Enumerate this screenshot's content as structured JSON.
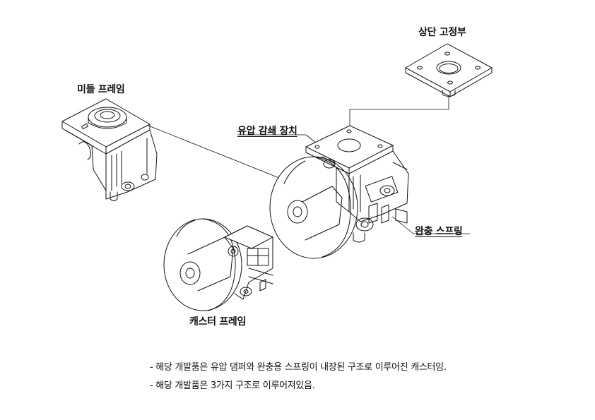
{
  "labels": {
    "top_fixed": "상단 고정부",
    "middle_frame": "미들 프레임",
    "damper": "유압 감쇄 장치",
    "spring": "완충 스프링",
    "caster_frame": "캐스터 프레임"
  },
  "notes": [
    "- 해당 개발품은 유압 댐퍼와 완충용 스프링이 내장된 구조로 이루어진 캐스터임.",
    "- 해당 개발품은 3가지 구조로 이루어져있음."
  ]
}
